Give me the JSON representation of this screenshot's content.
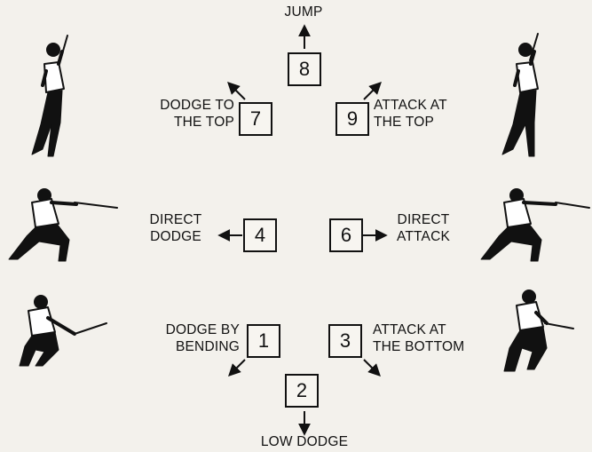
{
  "keys": {
    "k7": "7",
    "k8": "8",
    "k9": "9",
    "k4": "4",
    "k6": "6",
    "k1": "1",
    "k2": "2",
    "k3": "3"
  },
  "labels": {
    "jump": "JUMP",
    "dodge_top_1": "DODGE TO",
    "dodge_top_2": "THE TOP",
    "attack_top_1": "ATTACK AT",
    "attack_top_2": "THE TOP",
    "direct_dodge_1": "DIRECT",
    "direct_dodge_2": "DODGE",
    "direct_attack_1": "DIRECT",
    "direct_attack_2": "ATTACK",
    "dodge_bending_1": "DODGE BY",
    "dodge_bending_2": "BENDING",
    "attack_bottom_1": "ATTACK AT",
    "attack_bottom_2": "THE BOTTOM",
    "low_dodge": "LOW DODGE"
  }
}
